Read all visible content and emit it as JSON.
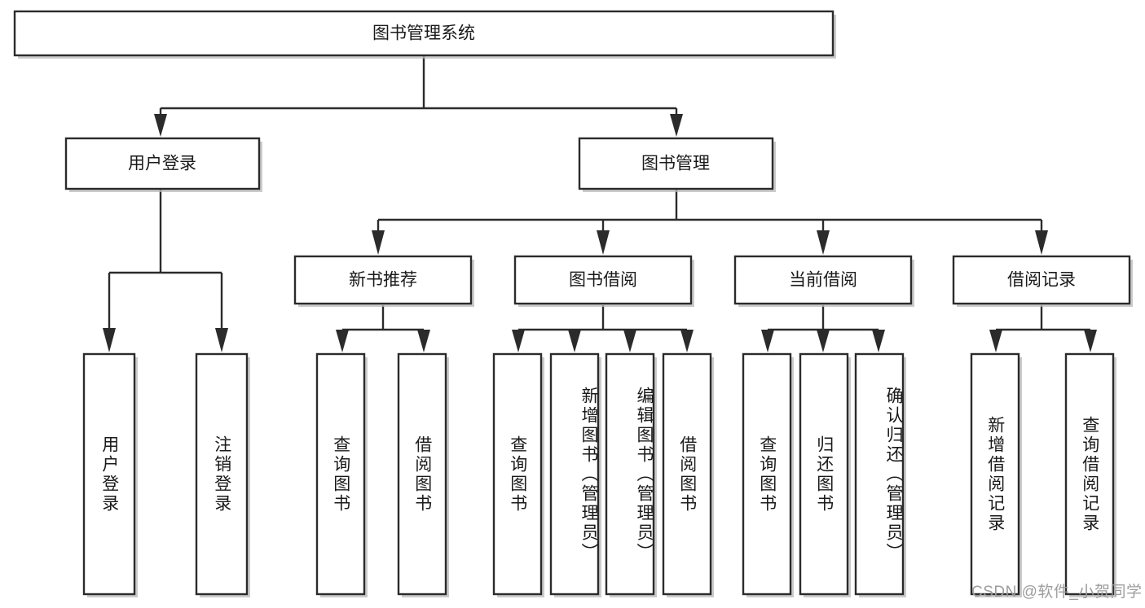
{
  "diagram": {
    "type": "tree-hierarchy",
    "title": "图书管理系统",
    "orientation": "top-down",
    "colors": {
      "node_fill": "#ffffff",
      "node_stroke": "#2b2b2b",
      "edge": "#2b2b2b",
      "text": "#1a1a1a",
      "watermark": "#9d9d9d"
    },
    "levels": {
      "root": "图书管理系统",
      "level2": [
        "用户登录",
        "图书管理"
      ],
      "level3": [
        "新书推荐",
        "图书借阅",
        "当前借阅",
        "借阅记录"
      ],
      "leaves": [
        "用户登录",
        "注销登录",
        "查询图书",
        "借阅图书",
        "查询图书",
        "新增图书（管理员）",
        "编辑图书（管理员）",
        "借阅图书",
        "查询图书",
        "归还图书",
        "确认归还（管理员）",
        "新增借阅记录",
        "查询借阅记录"
      ]
    },
    "nodes": {
      "root": {
        "label": "图书管理系统"
      },
      "user_login": {
        "label": "用户登录"
      },
      "book_manage": {
        "label": "图书管理"
      },
      "new_book_rec": {
        "label": "新书推荐"
      },
      "book_borrow": {
        "label": "图书借阅"
      },
      "current_borrow": {
        "label": "当前借阅"
      },
      "borrow_record": {
        "label": "借阅记录"
      },
      "leaf_user_login": {
        "label": "用户登录"
      },
      "leaf_user_logout": {
        "label": "注销登录"
      },
      "leaf_query_book_1": {
        "label": "查询图书"
      },
      "leaf_borrow_book_1": {
        "label": "借阅图书"
      },
      "leaf_query_book_2": {
        "label": "查询图书"
      },
      "leaf_add_book_admin": {
        "label": "新增图书（管理员）"
      },
      "leaf_edit_book_admin": {
        "label": "编辑图书（管理员）"
      },
      "leaf_borrow_book_2": {
        "label": "借阅图书"
      },
      "leaf_query_book_3": {
        "label": "查询图书"
      },
      "leaf_return_book": {
        "label": "归还图书"
      },
      "leaf_confirm_return_admin": {
        "label": "确认归还（管理员）"
      },
      "leaf_add_borrow_record": {
        "label": "新增借阅记录"
      },
      "leaf_query_borrow_record": {
        "label": "查询借阅记录"
      }
    },
    "watermark": "CSDN @软件_小贺同学"
  }
}
